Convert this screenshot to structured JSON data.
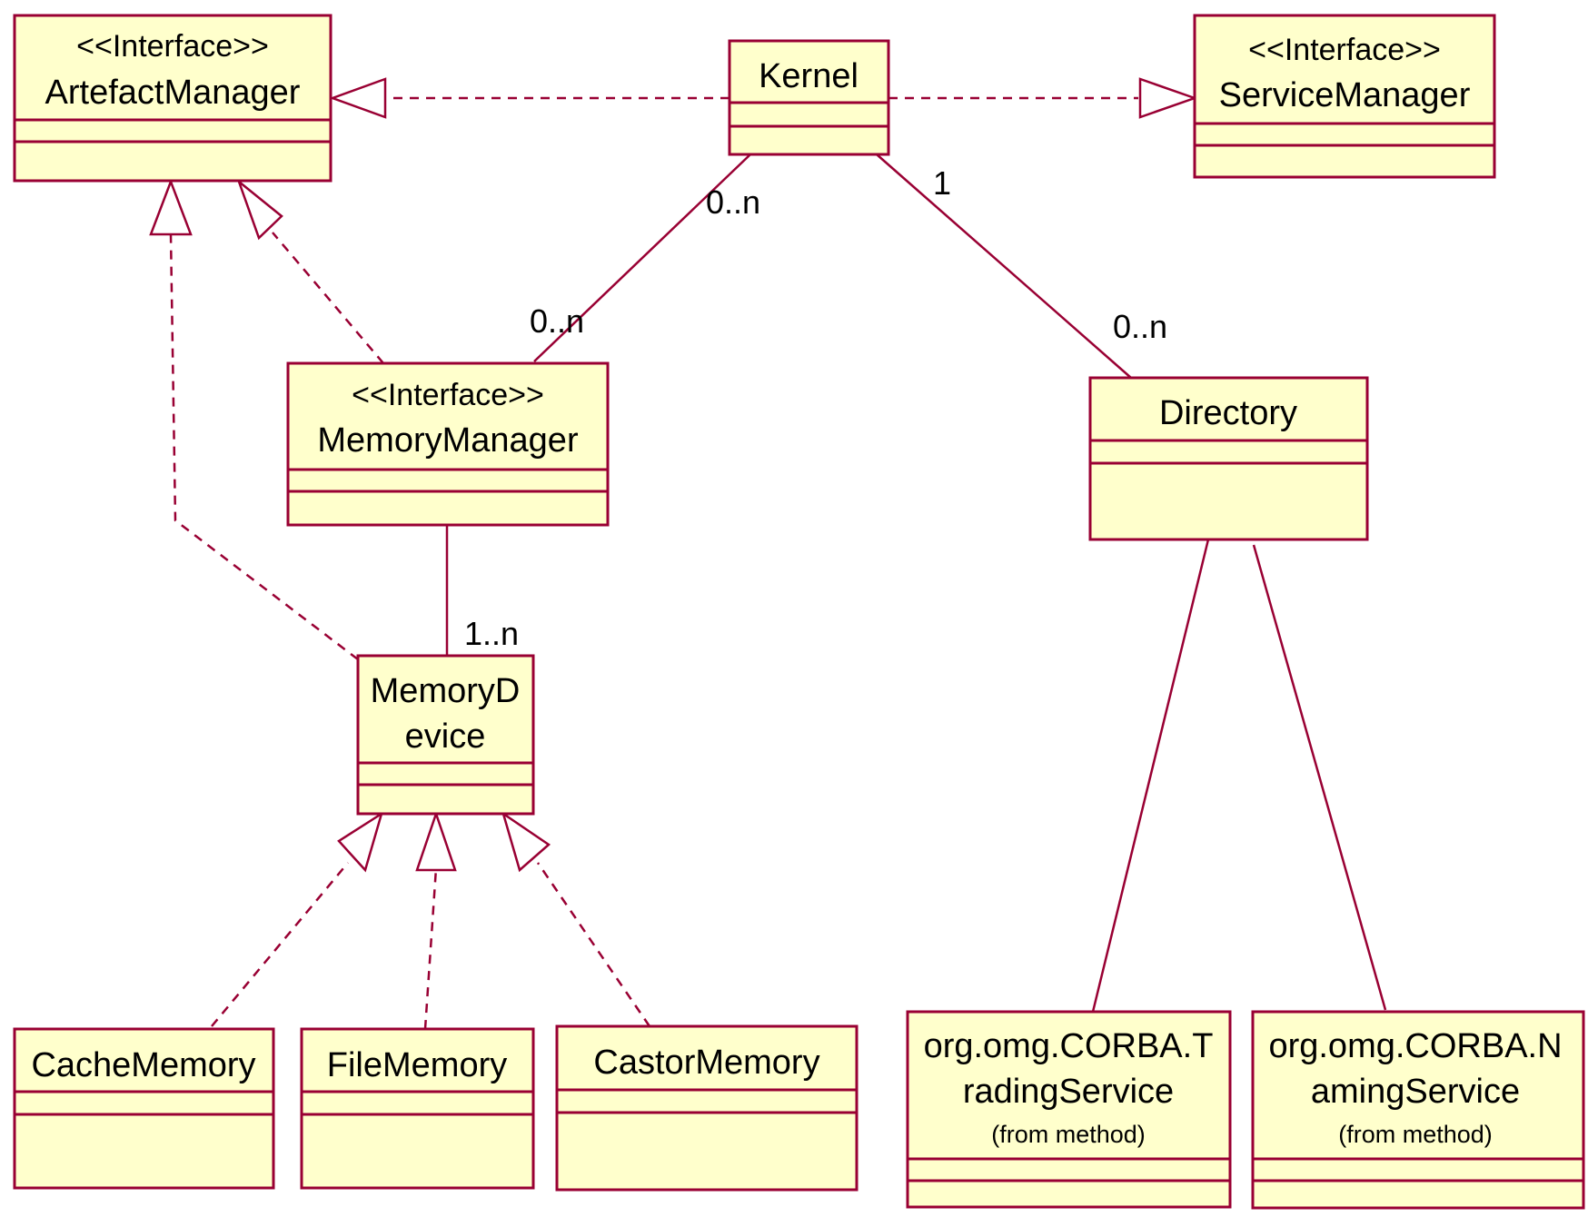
{
  "colors": {
    "class_fill": "#ffffcc",
    "line": "#990033",
    "text": "#000000",
    "background": "#ffffff"
  },
  "classes": {
    "artefact_manager": {
      "stereotype": "<<Interface>>",
      "name": "ArtefactManager"
    },
    "kernel": {
      "name": "Kernel"
    },
    "service_manager": {
      "stereotype": "<<Interface>>",
      "name": "ServiceManager"
    },
    "memory_manager": {
      "stereotype": "<<Interface>>",
      "name": "MemoryManager"
    },
    "directory": {
      "name": "Directory"
    },
    "memory_device": {
      "name_line1": "MemoryD",
      "name_line2": "evice"
    },
    "cache_memory": {
      "name": "CacheMemory"
    },
    "file_memory": {
      "name": "FileMemory"
    },
    "castor_memory": {
      "name": "CastorMemory"
    },
    "trading_service": {
      "name_line1": "org.omg.CORBA.T",
      "name_line2": "radingService",
      "note": "(from method)"
    },
    "naming_service": {
      "name_line1": "org.omg.CORBA.N",
      "name_line2": "amingService",
      "note": "(from method)"
    }
  },
  "multiplicities": {
    "kernel_to_memory_manager_kernel_end": "0..n",
    "kernel_to_memory_manager_mm_end": "0..n",
    "kernel_to_directory_kernel_end": "1",
    "kernel_to_directory_directory_end": "0..n",
    "memory_manager_to_device": "1..n"
  }
}
